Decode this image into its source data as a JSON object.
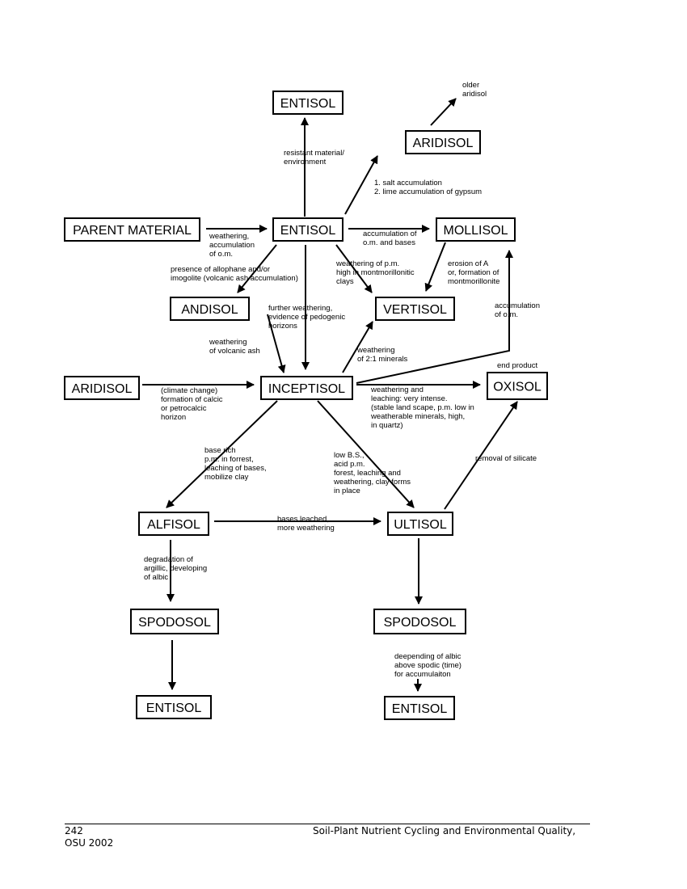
{
  "nodes": [
    {
      "id": "entisol_top",
      "label": "ENTISOL"
    },
    {
      "id": "aridisol_top",
      "label": "ARIDISOL"
    },
    {
      "id": "parent_material",
      "label": "PARENT MATERIAL"
    },
    {
      "id": "entisol_mid",
      "label": "ENTISOL"
    },
    {
      "id": "mollisol",
      "label": "MOLLISOL"
    },
    {
      "id": "andisol",
      "label": "ANDISOL"
    },
    {
      "id": "vertisol",
      "label": "VERTISOL"
    },
    {
      "id": "aridisol_left",
      "label": "ARIDISOL"
    },
    {
      "id": "inceptisol",
      "label": "INCEPTISOL"
    },
    {
      "id": "oxisol",
      "label": "OXISOL"
    },
    {
      "id": "alfisol",
      "label": "ALFISOL"
    },
    {
      "id": "ultisol",
      "label": "ULTISOL"
    },
    {
      "id": "spodosol_left",
      "label": "SPODOSOL"
    },
    {
      "id": "spodosol_right",
      "label": "SPODOSOL"
    },
    {
      "id": "entisol_bottom_left",
      "label": "ENTISOL"
    },
    {
      "id": "entisol_bottom_right",
      "label": "ENTISOL"
    }
  ],
  "labels": [
    {
      "id": "older_aridisol",
      "lines": [
        "older",
        "aridisol"
      ]
    },
    {
      "id": "resistant_material",
      "lines": [
        "resistant material/",
        "environment"
      ]
    },
    {
      "id": "salt_lime",
      "lines": [
        "1. salt accumulation",
        "2. lime accumulation of gypsum"
      ]
    },
    {
      "id": "weathering_om",
      "lines": [
        "weathering,",
        "accumulation",
        "of o.m."
      ]
    },
    {
      "id": "om_bases",
      "lines": [
        "accumulation of",
        "o.m. and bases"
      ]
    },
    {
      "id": "allophane",
      "lines": [
        "presence of allophane and/or",
        "imogolite (volcanic ash accumulation)"
      ]
    },
    {
      "id": "montmorillonitic",
      "lines": [
        "weathering of p.m.",
        "high in montmorillonitic",
        "clays"
      ]
    },
    {
      "id": "erosion_a",
      "lines": [
        "erosion of A",
        "or, formation of",
        "montmorillonite"
      ]
    },
    {
      "id": "further_weathering",
      "lines": [
        "further weathering,",
        "evidence of pedogenic",
        "horizons"
      ]
    },
    {
      "id": "accum_om_right",
      "lines": [
        "accumulation",
        "of o.m."
      ]
    },
    {
      "id": "volcanic_ash",
      "lines": [
        "weathering",
        "of volcanic ash"
      ]
    },
    {
      "id": "two_one_minerals",
      "lines": [
        "weathering",
        "of 2:1 minerals"
      ]
    },
    {
      "id": "end_product",
      "lines": [
        "end product"
      ]
    },
    {
      "id": "climate_change",
      "lines": [
        "(climate change)",
        "formation of calcic",
        "or petrocalcic",
        "horizon"
      ]
    },
    {
      "id": "intense_leaching",
      "lines": [
        "weathering and",
        "leaching: very intense.",
        "(stable land scape, p.m. low in",
        "weatherable minerals, high,",
        "in quartz)"
      ]
    },
    {
      "id": "base_rich",
      "lines": [
        "base rich",
        "p.m. in forrest,",
        "leaching of bases,",
        "mobilize clay"
      ]
    },
    {
      "id": "low_bs",
      "lines": [
        "low B.S.,",
        "acid p.m.",
        "forest, leaching and",
        "weathering, clay forms",
        "in place"
      ]
    },
    {
      "id": "removal_silicate",
      "lines": [
        "removal of silicate"
      ]
    },
    {
      "id": "bases_leached",
      "lines": [
        "bases leached,",
        "more weathering"
      ]
    },
    {
      "id": "degradation_argillic",
      "lines": [
        "degradation of",
        "argillic, developing",
        "of albic"
      ]
    },
    {
      "id": "deepending_albic",
      "lines": [
        "deepending of albic",
        "above spodic (time)",
        "for accumulaiton"
      ]
    }
  ],
  "footer": {
    "page_number": "242",
    "year": "OSU 2002",
    "title": "Soil-Plant Nutrient Cycling and Environmental Quality,"
  }
}
